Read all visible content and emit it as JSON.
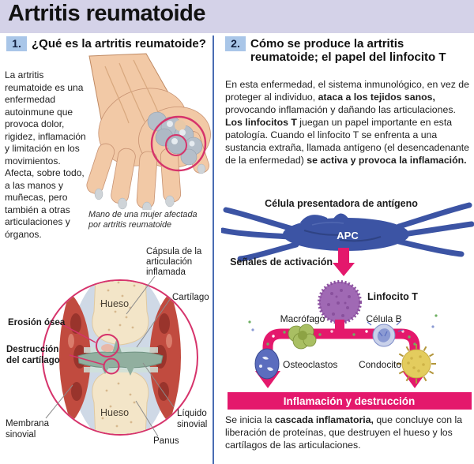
{
  "page": {
    "title": "Artritis reumatoide"
  },
  "colors": {
    "title_bg": "#d4d2e8",
    "number_badge_bg": "#a9c6e8",
    "magenta": "#e4186c",
    "highlight_circle_pink": "#d6336b",
    "apc_blue": "#3c54a4",
    "divider_blue": "#4a6db3"
  },
  "section1": {
    "number": "1.",
    "heading": "¿Qué es la artritis reumatoide?",
    "paragraph": "La artritis reumatoide es una enfermedad autoinmune que provoca dolor, rigidez, inflamación y limitación en los movimientos. Afecta, sobre todo, a las manos y muñecas, pero también a otras articulaciones y órganos.",
    "hand_caption_lines": [
      "Mano de una mujer afectada",
      "por artritis reumatoide"
    ],
    "joint": {
      "capsula_lines": [
        "Cápsula de la",
        "articulación",
        "inflamada"
      ],
      "cartilago": "Cartílago",
      "hueso_superior": "Hueso",
      "erosion": "Erosión ósea",
      "destruccion_lines": [
        "Destrucción",
        "del cartílago"
      ],
      "membrana_lines": [
        "Membrana",
        "sinovial"
      ],
      "hueso_inferior": "Hueso",
      "liquido_lines": [
        "Líquido",
        "sinovial"
      ],
      "panus": "Panus"
    }
  },
  "section2": {
    "number": "2.",
    "heading_lines": [
      "Cómo se produce la artritis",
      "reumatoide; el papel del linfocito T"
    ],
    "intro_segments": [
      {
        "t": "En esta enfermedad, el sistema inmunológico, en vez de proteger al individuo, ",
        "b": false
      },
      {
        "t": "ataca a los tejidos sanos,",
        "b": true
      },
      {
        "t": " provocando inflamación y dañando las articulaciones. ",
        "b": false
      },
      {
        "t": "Los linfocitos T",
        "b": true
      },
      {
        "t": " juegan un papel importante en esta patología. Cuando el linfocito T se enfrenta a una sustancia extraña, llamada antígeno (el desencadenante de la enfermedad) ",
        "b": false
      },
      {
        "t": "se activa y provoca la inflamación.",
        "b": true
      }
    ],
    "diagram": {
      "apc_title": "Célula presentadora de antígeno",
      "apc_label": "APC",
      "senales": "Señales de activación",
      "linfocito": "Linfocito T",
      "macrofago": "Macrófago",
      "celula_b": "Célula B",
      "osteoclastos": "Osteoclastos",
      "condocito": "Condocito",
      "banner": "Inflamación y destrucción"
    },
    "outro_segments": [
      {
        "t": "Se inicia la ",
        "b": false
      },
      {
        "t": "cascada inflamatoria,",
        "b": true
      },
      {
        "t": " que concluye con la liberación de proteínas, que destruyen el hueso y los cartílagos de las articulaciones.",
        "b": false
      }
    ]
  }
}
